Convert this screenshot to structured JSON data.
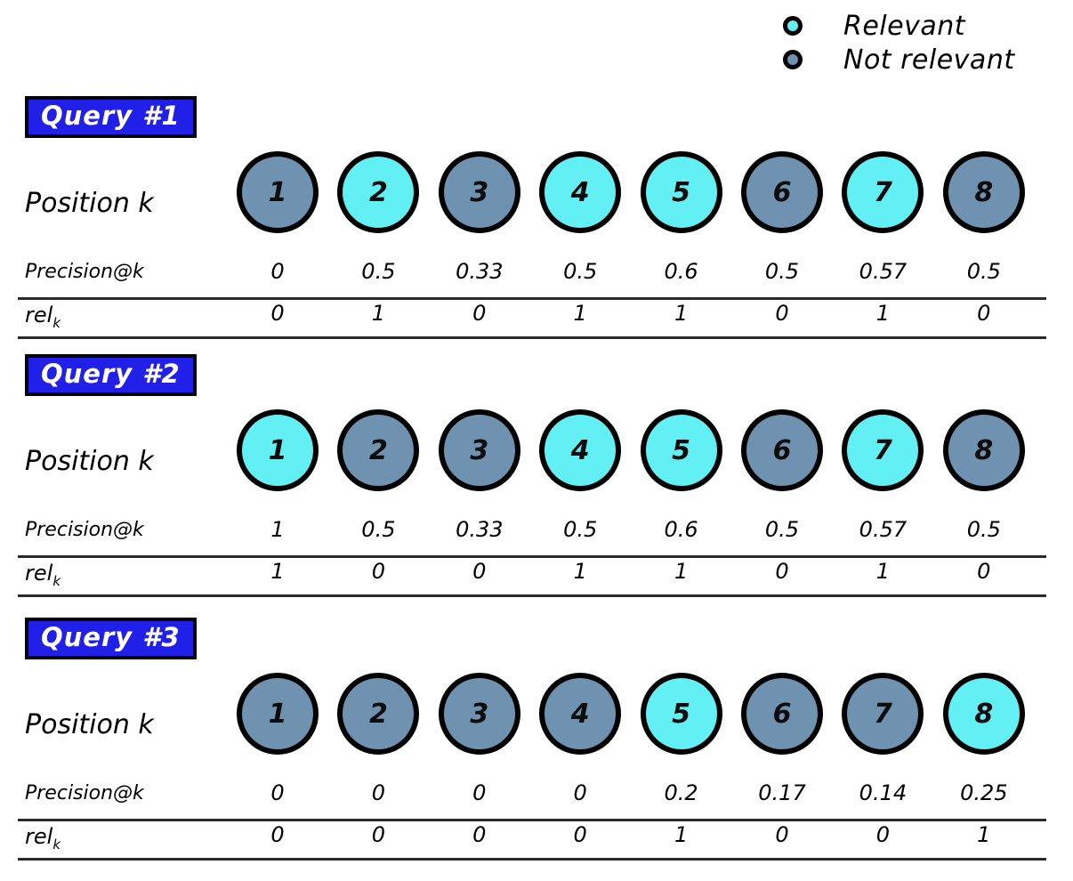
{
  "legend": {
    "items": [
      {
        "label": "Relevant",
        "icon": "circle-icon",
        "color": "#62f0f5"
      },
      {
        "label": "Not relevant",
        "icon": "circle-icon",
        "color": "#6f92b0"
      }
    ]
  },
  "labels": {
    "position": "Position k",
    "precision": "Precision@k",
    "rel": "rel",
    "rel_sub": "k"
  },
  "colors": {
    "relevant": "#62f0f5",
    "not_relevant": "#6f92b0",
    "badge_bg": "#2020e8",
    "badge_text": "#ffffff",
    "outline": "#000000"
  },
  "chart_data": {
    "type": "table",
    "title": "",
    "xlabel": "Position k",
    "ylabel": "",
    "categories": [
      "1",
      "2",
      "3",
      "4",
      "5",
      "6",
      "7",
      "8"
    ],
    "legend": [
      "Relevant",
      "Not relevant"
    ],
    "queries": [
      {
        "badge": "Query #1",
        "positions": [
          "1",
          "2",
          "3",
          "4",
          "5",
          "6",
          "7",
          "8"
        ],
        "relevance": [
          0,
          1,
          0,
          1,
          1,
          0,
          1,
          0
        ],
        "precision_at_k": [
          "0",
          "0.5",
          "0.33",
          "0.5",
          "0.6",
          "0.5",
          "0.57",
          "0.5"
        ],
        "rel_k": [
          "0",
          "1",
          "0",
          "1",
          "1",
          "0",
          "1",
          "0"
        ]
      },
      {
        "badge": "Query #2",
        "positions": [
          "1",
          "2",
          "3",
          "4",
          "5",
          "6",
          "7",
          "8"
        ],
        "relevance": [
          1,
          0,
          0,
          1,
          1,
          0,
          1,
          0
        ],
        "precision_at_k": [
          "1",
          "0.5",
          "0.33",
          "0.5",
          "0.6",
          "0.5",
          "0.57",
          "0.5"
        ],
        "rel_k": [
          "1",
          "0",
          "0",
          "1",
          "1",
          "0",
          "1",
          "0"
        ]
      },
      {
        "badge": "Query #3",
        "positions": [
          "1",
          "2",
          "3",
          "4",
          "5",
          "6",
          "7",
          "8"
        ],
        "relevance": [
          0,
          0,
          0,
          0,
          1,
          0,
          0,
          1
        ],
        "precision_at_k": [
          "0",
          "0",
          "0",
          "0",
          "0.2",
          "0.17",
          "0.14",
          "0.25"
        ],
        "rel_k": [
          "0",
          "0",
          "0",
          "0",
          "1",
          "0",
          "0",
          "1"
        ]
      }
    ]
  }
}
